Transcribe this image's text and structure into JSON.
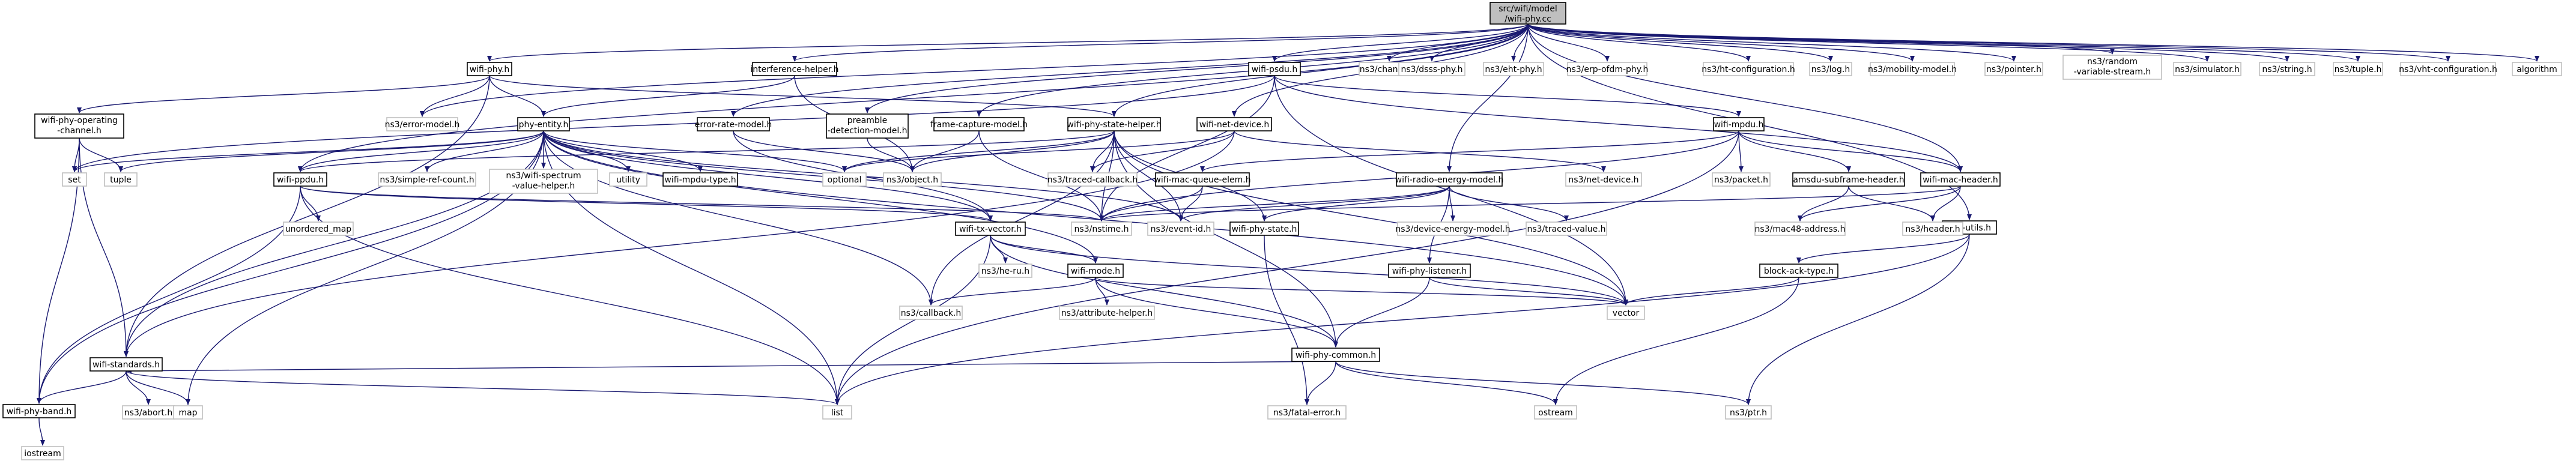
{
  "graph": {
    "colors": {
      "edge": "#191970",
      "root_fill": "#bfbfbf",
      "root_stroke": "#000000",
      "local_stroke": "#000000",
      "external_stroke": "#bfbfbf",
      "fill": "#ffffff"
    },
    "nodes": [
      {
        "id": "root",
        "label": "src/wifi/model/wifi-phy.cc",
        "kind": "root"
      },
      {
        "id": "wifi_phy_h",
        "label": "wifi-phy.h",
        "kind": "local"
      },
      {
        "id": "interference_helper",
        "label": "interference-helper.h",
        "kind": "local"
      },
      {
        "id": "wifi_psdu",
        "label": "wifi-psdu.h",
        "kind": "local"
      },
      {
        "id": "ns3_channel",
        "label": "ns3/channel.h",
        "kind": "external"
      },
      {
        "id": "ns3_dsss",
        "label": "ns3/dsss-phy.h",
        "kind": "external"
      },
      {
        "id": "ns3_eht",
        "label": "ns3/eht-phy.h",
        "kind": "external"
      },
      {
        "id": "ns3_erp",
        "label": "ns3/erp-ofdm-phy.h",
        "kind": "external"
      },
      {
        "id": "ns3_htconf",
        "label": "ns3/ht-configuration.h",
        "kind": "external"
      },
      {
        "id": "ns3_log",
        "label": "ns3/log.h",
        "kind": "external"
      },
      {
        "id": "ns3_mobility",
        "label": "ns3/mobility-model.h",
        "kind": "external"
      },
      {
        "id": "ns3_pointer",
        "label": "ns3/pointer.h",
        "kind": "external"
      },
      {
        "id": "ns3_random",
        "label": "ns3/random-variable-stream.h",
        "kind": "external"
      },
      {
        "id": "ns3_simulator",
        "label": "ns3/simulator.h",
        "kind": "external"
      },
      {
        "id": "ns3_string",
        "label": "ns3/string.h",
        "kind": "external"
      },
      {
        "id": "ns3_tuple",
        "label": "ns3/tuple.h",
        "kind": "external"
      },
      {
        "id": "ns3_vhtconf",
        "label": "ns3/vht-configuration.h",
        "kind": "external"
      },
      {
        "id": "algorithm",
        "label": "algorithm",
        "kind": "external"
      },
      {
        "id": "wifi_phy_opch",
        "label": "wifi-phy-operating-channel.h",
        "kind": "local"
      },
      {
        "id": "ns3_error_model",
        "label": "ns3/error-model.h",
        "kind": "external"
      },
      {
        "id": "phy_entity",
        "label": "phy-entity.h",
        "kind": "local"
      },
      {
        "id": "error_rate_model",
        "label": "error-rate-model.h",
        "kind": "local"
      },
      {
        "id": "preamble_det",
        "label": "preamble-detection-model.h",
        "kind": "local"
      },
      {
        "id": "frame_capture",
        "label": "frame-capture-model.h",
        "kind": "local"
      },
      {
        "id": "wifi_phy_state_helper",
        "label": "wifi-phy-state-helper.h",
        "kind": "local"
      },
      {
        "id": "wifi_net_device",
        "label": "wifi-net-device.h",
        "kind": "local"
      },
      {
        "id": "wifi_mpdu",
        "label": "wifi-mpdu.h",
        "kind": "local"
      },
      {
        "id": "set",
        "label": "set",
        "kind": "external"
      },
      {
        "id": "tuple",
        "label": "tuple",
        "kind": "external"
      },
      {
        "id": "wifi_ppdu",
        "label": "wifi-ppdu.h",
        "kind": "local"
      },
      {
        "id": "ns3_simple_ref",
        "label": "ns3/simple-ref-count.h",
        "kind": "external"
      },
      {
        "id": "ns3_wifi_spectrum",
        "label": "ns3/wifi-spectrum-value-helper.h",
        "kind": "external"
      },
      {
        "id": "utility",
        "label": "utility",
        "kind": "external"
      },
      {
        "id": "wifi_mpdu_type",
        "label": "wifi-mpdu-type.h",
        "kind": "local"
      },
      {
        "id": "optional",
        "label": "optional",
        "kind": "external"
      },
      {
        "id": "ns3_object",
        "label": "ns3/object.h",
        "kind": "external"
      },
      {
        "id": "ns3_traced_cb",
        "label": "ns3/traced-callback.h",
        "kind": "external"
      },
      {
        "id": "wifi_mac_queue_elem",
        "label": "wifi-mac-queue-elem.h",
        "kind": "local",
        "error": true
      },
      {
        "id": "wifi_radio_energy",
        "label": "wifi-radio-energy-model.h",
        "kind": "local"
      },
      {
        "id": "ns3_net_device",
        "label": "ns3/net-device.h",
        "kind": "external"
      },
      {
        "id": "ns3_packet",
        "label": "ns3/packet.h",
        "kind": "external"
      },
      {
        "id": "amsdu",
        "label": "amsdu-subframe-header.h",
        "kind": "local"
      },
      {
        "id": "wifi_mac_header",
        "label": "wifi-mac-header.h",
        "kind": "local"
      },
      {
        "id": "wifi_utils",
        "label": "wifi-utils.h",
        "kind": "local"
      },
      {
        "id": "unordered_map",
        "label": "unordered_map",
        "kind": "external"
      },
      {
        "id": "wifi_tx_vector",
        "label": "wifi-tx-vector.h",
        "kind": "local"
      },
      {
        "id": "ns3_nstime",
        "label": "ns3/nstime.h",
        "kind": "external"
      },
      {
        "id": "ns3_event_id",
        "label": "ns3/event-id.h",
        "kind": "external"
      },
      {
        "id": "wifi_phy_state",
        "label": "wifi-phy-state.h",
        "kind": "local"
      },
      {
        "id": "ns3_device_energy",
        "label": "ns3/device-energy-model.h",
        "kind": "external"
      },
      {
        "id": "ns3_traced_value",
        "label": "ns3/traced-value.h",
        "kind": "external"
      },
      {
        "id": "ns3_mac48",
        "label": "ns3/mac48-address.h",
        "kind": "external"
      },
      {
        "id": "ns3_header",
        "label": "ns3/header.h",
        "kind": "external"
      },
      {
        "id": "ns3_he_ru",
        "label": "ns3/he-ru.h",
        "kind": "external"
      },
      {
        "id": "wifi_mode",
        "label": "wifi-mode.h",
        "kind": "local"
      },
      {
        "id": "wifi_phy_listener",
        "label": "wifi-phy-listener.h",
        "kind": "local"
      },
      {
        "id": "block_ack_type",
        "label": "block-ack-type.h",
        "kind": "local"
      },
      {
        "id": "ns3_callback",
        "label": "ns3/callback.h",
        "kind": "external"
      },
      {
        "id": "ns3_attribute_helper",
        "label": "ns3/attribute-helper.h",
        "kind": "external"
      },
      {
        "id": "vector",
        "label": "vector",
        "kind": "external"
      },
      {
        "id": "wifi_phy_common",
        "label": "wifi-phy-common.h",
        "kind": "local"
      },
      {
        "id": "wifi_standards",
        "label": "wifi-standards.h",
        "kind": "local"
      },
      {
        "id": "ns3_abort",
        "label": "ns3/abort.h",
        "kind": "external"
      },
      {
        "id": "map",
        "label": "map",
        "kind": "external"
      },
      {
        "id": "ns3_fatal_error",
        "label": "ns3/fatal-error.h",
        "kind": "external"
      },
      {
        "id": "ostream",
        "label": "ostream",
        "kind": "external"
      },
      {
        "id": "ns3_ptr",
        "label": "ns3/ptr.h",
        "kind": "external"
      },
      {
        "id": "wifi_phy_band",
        "label": "wifi-phy-band.h",
        "kind": "local"
      },
      {
        "id": "list",
        "label": "list",
        "kind": "external"
      },
      {
        "id": "iostream",
        "label": "iostream",
        "kind": "external"
      }
    ],
    "edges": [
      [
        "root",
        "wifi_phy_h"
      ],
      [
        "root",
        "interference_helper"
      ],
      [
        "root",
        "wifi_psdu"
      ],
      [
        "root",
        "ns3_channel"
      ],
      [
        "root",
        "ns3_dsss"
      ],
      [
        "root",
        "ns3_eht"
      ],
      [
        "root",
        "ns3_erp"
      ],
      [
        "root",
        "ns3_htconf"
      ],
      [
        "root",
        "ns3_log"
      ],
      [
        "root",
        "ns3_mobility"
      ],
      [
        "root",
        "ns3_pointer"
      ],
      [
        "root",
        "ns3_random"
      ],
      [
        "root",
        "ns3_simulator"
      ],
      [
        "root",
        "ns3_string"
      ],
      [
        "root",
        "ns3_tuple"
      ],
      [
        "root",
        "ns3_vhtconf"
      ],
      [
        "root",
        "algorithm"
      ],
      [
        "root",
        "error_rate_model"
      ],
      [
        "root",
        "preamble_det"
      ],
      [
        "root",
        "frame_capture"
      ],
      [
        "root",
        "wifi_phy_state_helper"
      ],
      [
        "root",
        "wifi_net_device"
      ],
      [
        "root",
        "wifi_ppdu"
      ],
      [
        "root",
        "wifi_utils"
      ],
      [
        "root",
        "wifi_mac_header"
      ],
      [
        "root",
        "ns3_error_model"
      ],
      [
        "root",
        "wifi_radio_energy"
      ],
      [
        "wifi_phy_h",
        "wifi_phy_opch"
      ],
      [
        "wifi_phy_h",
        "ns3_error_model"
      ],
      [
        "wifi_phy_h",
        "phy_entity"
      ],
      [
        "wifi_phy_h",
        "wifi_phy_state_helper"
      ],
      [
        "wifi_phy_h",
        "wifi_standards"
      ],
      [
        "interference_helper",
        "phy_entity"
      ],
      [
        "interference_helper",
        "ns3_object"
      ],
      [
        "wifi_psdu",
        "wifi_mpdu"
      ],
      [
        "wifi_psdu",
        "ns3_nstime"
      ],
      [
        "wifi_psdu",
        "vector"
      ],
      [
        "wifi_psdu",
        "set"
      ],
      [
        "wifi_psdu",
        "wifi_mac_header"
      ],
      [
        "wifi_phy_opch",
        "set"
      ],
      [
        "wifi_phy_opch",
        "tuple"
      ],
      [
        "wifi_phy_opch",
        "wifi_standards"
      ],
      [
        "wifi_phy_opch",
        "wifi_phy_band"
      ],
      [
        "phy_entity",
        "set"
      ],
      [
        "phy_entity",
        "tuple"
      ],
      [
        "phy_entity",
        "wifi_ppdu"
      ],
      [
        "phy_entity",
        "ns3_simple_ref"
      ],
      [
        "phy_entity",
        "ns3_wifi_spectrum"
      ],
      [
        "phy_entity",
        "utility"
      ],
      [
        "phy_entity",
        "wifi_mpdu_type"
      ],
      [
        "phy_entity",
        "optional"
      ],
      [
        "phy_entity",
        "ns3_event_id"
      ],
      [
        "phy_entity",
        "ns3_nstime"
      ],
      [
        "phy_entity",
        "wifi_tx_vector"
      ],
      [
        "phy_entity",
        "map"
      ],
      [
        "phy_entity",
        "list"
      ],
      [
        "phy_entity",
        "wifi_phy_band"
      ],
      [
        "phy_entity",
        "wifi_standards"
      ],
      [
        "phy_entity",
        "wifi_mode"
      ],
      [
        "phy_entity",
        "vector"
      ],
      [
        "phy_entity",
        "ns3_callback"
      ],
      [
        "error_rate_model",
        "ns3_object"
      ],
      [
        "error_rate_model",
        "wifi_tx_vector"
      ],
      [
        "preamble_det",
        "ns3_object"
      ],
      [
        "frame_capture",
        "ns3_object"
      ],
      [
        "frame_capture",
        "ns3_nstime"
      ],
      [
        "wifi_phy_state_helper",
        "ns3_object"
      ],
      [
        "wifi_phy_state_helper",
        "ns3_traced_cb"
      ],
      [
        "wifi_phy_state_helper",
        "ns3_nstime"
      ],
      [
        "wifi_phy_state_helper",
        "wifi_phy_state"
      ],
      [
        "wifi_phy_state_helper",
        "wifi_ppdu"
      ],
      [
        "wifi_phy_state_helper",
        "ns3_callback"
      ],
      [
        "wifi_phy_state_helper",
        "wifi_phy_common"
      ],
      [
        "wifi_phy_state_helper",
        "optional"
      ],
      [
        "wifi_phy_state_helper",
        "vector"
      ],
      [
        "wifi_phy_state_helper",
        "ns3_event_id"
      ],
      [
        "wifi_net_device",
        "ns3_traced_cb"
      ],
      [
        "wifi_net_device",
        "ns3_net_device"
      ],
      [
        "wifi_net_device",
        "wifi_standards"
      ],
      [
        "wifi_net_device",
        "optional"
      ],
      [
        "wifi_mpdu",
        "wifi_mac_queue_elem"
      ],
      [
        "wifi_mpdu",
        "ns3_packet"
      ],
      [
        "wifi_mpdu",
        "amsdu"
      ],
      [
        "wifi_mpdu",
        "wifi_mac_header"
      ],
      [
        "wifi_mpdu",
        "list"
      ],
      [
        "wifi_mpdu",
        "ns3_nstime"
      ],
      [
        "wifi_ppdu",
        "unordered_map"
      ],
      [
        "wifi_ppdu",
        "wifi_tx_vector"
      ],
      [
        "wifi_ppdu",
        "ns3_nstime"
      ],
      [
        "wifi_ppdu",
        "wifi_phy_band"
      ],
      [
        "wifi_ppdu",
        "list"
      ],
      [
        "wifi_mac_queue_elem",
        "ns3_nstime"
      ],
      [
        "wifi_mac_queue_elem",
        "ns3_event_id"
      ],
      [
        "wifi_radio_energy",
        "ns3_nstime"
      ],
      [
        "wifi_radio_energy",
        "ns3_event_id"
      ],
      [
        "wifi_radio_energy",
        "wifi_phy_state"
      ],
      [
        "wifi_radio_energy",
        "ns3_device_energy"
      ],
      [
        "wifi_radio_energy",
        "ns3_traced_value"
      ],
      [
        "wifi_radio_energy",
        "wifi_phy_listener"
      ],
      [
        "amsdu",
        "ns3_mac48"
      ],
      [
        "amsdu",
        "ns3_header"
      ],
      [
        "wifi_mac_header",
        "ns3_mac48"
      ],
      [
        "wifi_mac_header",
        "ns3_header"
      ],
      [
        "wifi_mac_header",
        "ns3_nstime"
      ],
      [
        "wifi_utils",
        "block_ack_type"
      ],
      [
        "wifi_utils",
        "ns3_ptr"
      ],
      [
        "wifi_utils",
        "list"
      ],
      [
        "wifi_tx_vector",
        "ns3_he_ru"
      ],
      [
        "wifi_tx_vector",
        "wifi_mode"
      ],
      [
        "wifi_tx_vector",
        "wifi_phy_common"
      ],
      [
        "wifi_tx_vector",
        "list"
      ],
      [
        "wifi_tx_vector",
        "vector"
      ],
      [
        "wifi_phy_state",
        "ns3_fatal_error"
      ],
      [
        "wifi_phy_listener",
        "wifi_phy_common"
      ],
      [
        "wifi_phy_listener",
        "vector"
      ],
      [
        "block_ack_type",
        "vector"
      ],
      [
        "block_ack_type",
        "ostream"
      ],
      [
        "wifi_mode",
        "ns3_callback"
      ],
      [
        "wifi_mode",
        "ns3_attribute_helper"
      ],
      [
        "wifi_mode",
        "wifi_phy_common"
      ],
      [
        "wifi_mode",
        "vector"
      ],
      [
        "wifi_phy_common",
        "wifi_standards"
      ],
      [
        "wifi_phy_common",
        "ns3_fatal_error"
      ],
      [
        "wifi_phy_common",
        "ostream"
      ],
      [
        "wifi_phy_common",
        "ns3_ptr"
      ],
      [
        "wifi_standards",
        "wifi_phy_band"
      ],
      [
        "wifi_standards",
        "ns3_abort"
      ],
      [
        "wifi_standards",
        "map"
      ],
      [
        "wifi_standards",
        "list"
      ],
      [
        "wifi_phy_band",
        "iostream"
      ]
    ]
  }
}
